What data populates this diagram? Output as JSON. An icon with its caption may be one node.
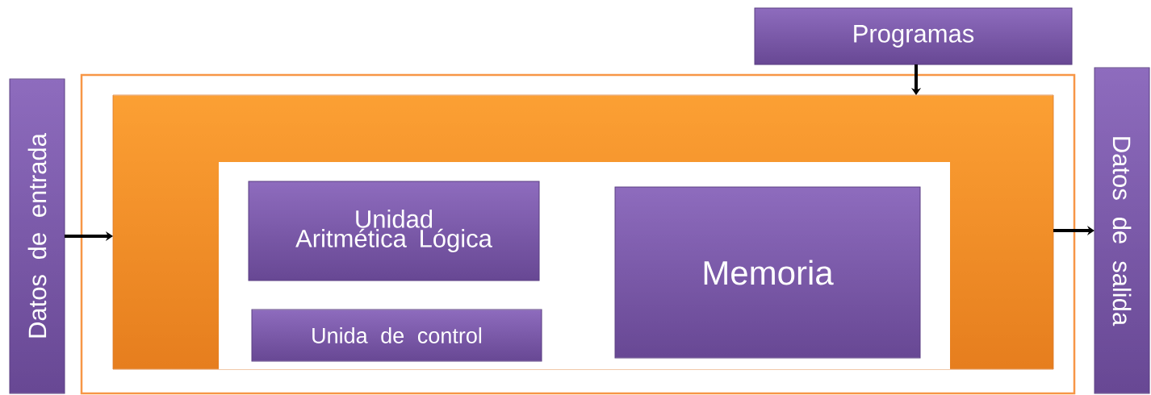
{
  "diagram": {
    "nodes": [
      {
        "text": [
          "Programas"
        ]
      },
      {
        "text": [
          "Datos de entrada"
        ]
      },
      {
        "text": [],
        "shape": "box"
      },
      {
        "text": [],
        "shape": "box",
        "in": 2
      },
      {
        "text": [],
        "shape": "box",
        "in": 3
      },
      {
        "text": [
          "Unidad Aritmética Lógica"
        ],
        "in": 4
      },
      {
        "text": [
          "Unida de control"
        ],
        "in": 4
      },
      {
        "text": [
          "Memoria"
        ],
        "in": 4
      },
      {
        "text": [
          "Datos de salida"
        ]
      }
    ],
    "edges": [
      {
        "from": 0,
        "to": 3,
        "arrow": "to"
      },
      {
        "from": 1,
        "to": 3,
        "arrow": "to"
      },
      {
        "from": 3,
        "to": 8,
        "arrow": "to"
      }
    ]
  }
}
